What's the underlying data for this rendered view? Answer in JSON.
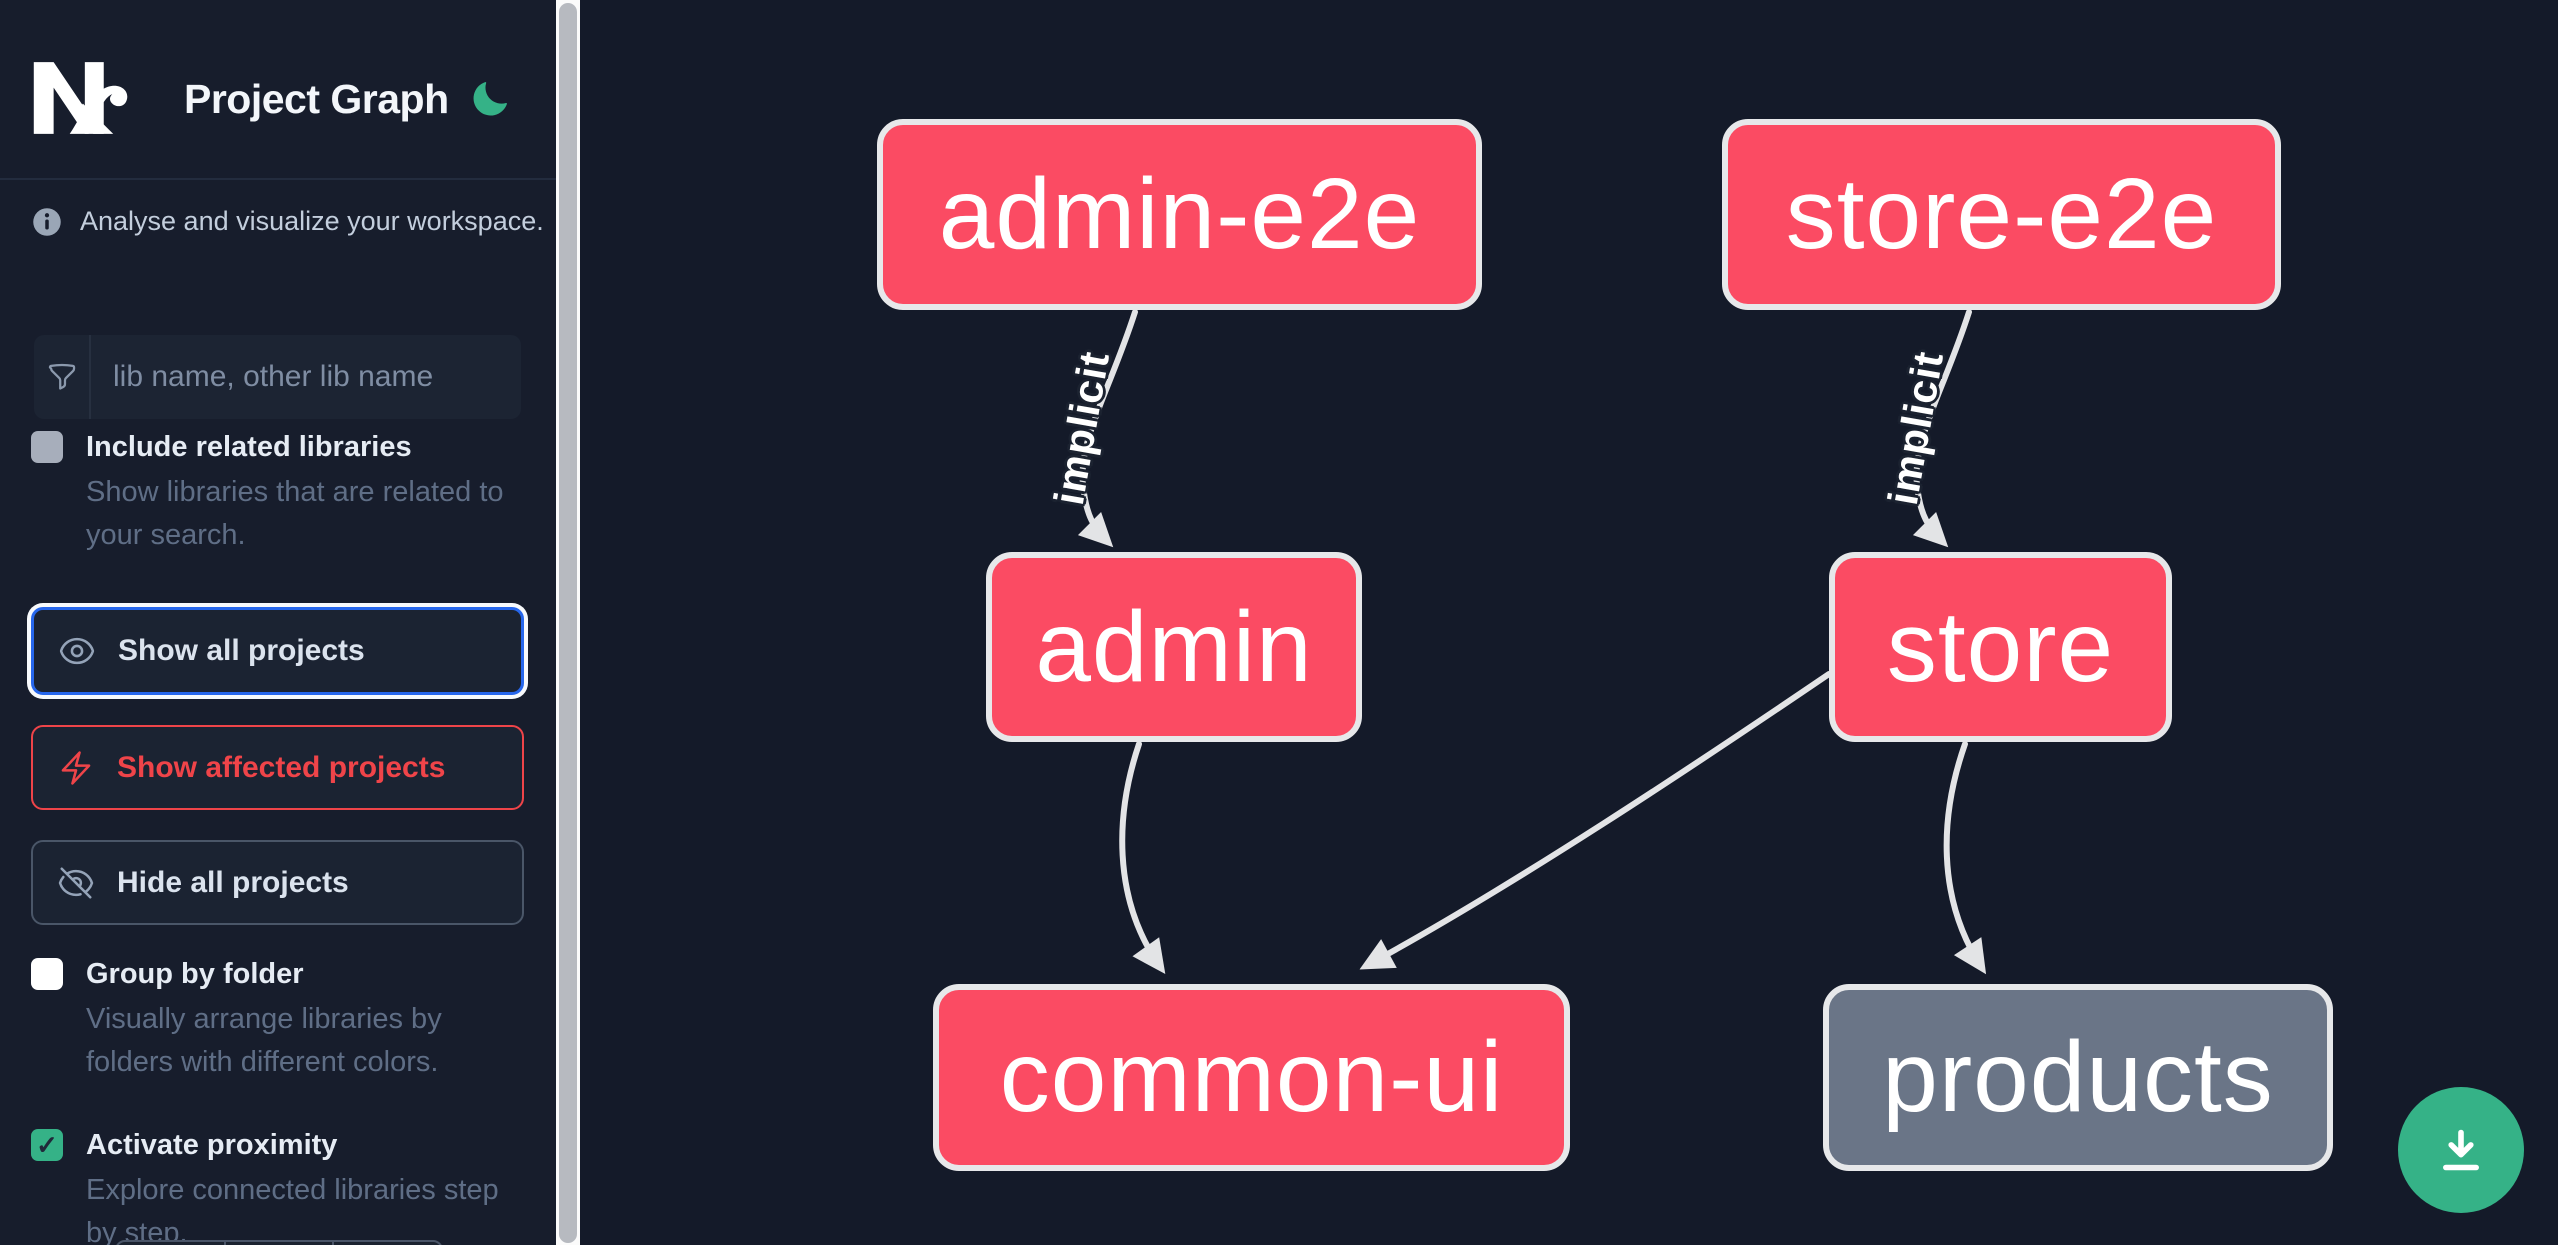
{
  "header": {
    "app_title": "Project Graph"
  },
  "sidebar": {
    "tagline": "Analyse and visualize your workspace.",
    "search_placeholder": "lib name, other lib name",
    "options": [
      {
        "label": "Include related libraries",
        "description": "Show libraries that are related to your search.",
        "checked": false
      },
      {
        "label": "Group by folder",
        "description": "Visually arrange libraries by folders with different colors.",
        "checked": false
      },
      {
        "label": "Activate proximity",
        "description": "Explore connected libraries step by step.",
        "checked": true
      }
    ],
    "actions": [
      {
        "label": "Show all projects"
      },
      {
        "label": "Show affected projects"
      },
      {
        "label": "Hide all projects"
      }
    ]
  },
  "graph": {
    "nodes": [
      {
        "label": "admin-e2e",
        "kind": "app"
      },
      {
        "label": "store-e2e",
        "kind": "app"
      },
      {
        "label": "admin",
        "kind": "app"
      },
      {
        "label": "store",
        "kind": "app"
      },
      {
        "label": "common-ui",
        "kind": "lib"
      },
      {
        "label": "products",
        "kind": "lib-unfocused"
      }
    ],
    "edges": [
      {
        "from": "admin-e2e",
        "to": "admin",
        "label": "implicit"
      },
      {
        "from": "store-e2e",
        "to": "store",
        "label": "implicit"
      },
      {
        "from": "admin",
        "to": "common-ui",
        "label": ""
      },
      {
        "from": "store",
        "to": "common-ui",
        "label": ""
      },
      {
        "from": "store",
        "to": "products",
        "label": ""
      }
    ]
  },
  "colors": {
    "accent_green": "#35b287",
    "node_pink": "#fb4b63",
    "node_gray": "#6a7587",
    "focus_blue": "#2767ec",
    "affected_red": "#ef4449"
  }
}
